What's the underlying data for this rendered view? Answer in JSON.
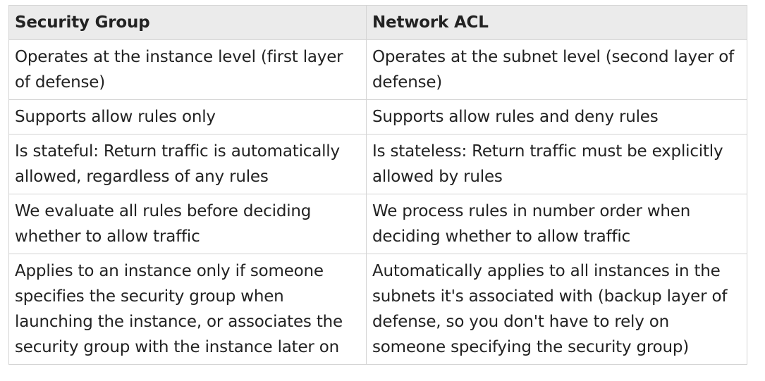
{
  "table": {
    "headers": [
      "Security Group",
      "Network ACL"
    ],
    "rows": [
      [
        "Operates at the instance level (first layer of defense)",
        "Operates at the subnet level (second layer of defense)"
      ],
      [
        "Supports allow rules only",
        "Supports allow rules and deny rules"
      ],
      [
        "Is stateful: Return traffic is automatically allowed, regardless of any rules",
        "Is stateless: Return traffic must be explicitly allowed by rules"
      ],
      [
        "We evaluate all rules before deciding whether to allow traffic",
        "We process rules in number order when deciding whether to allow traffic"
      ],
      [
        "Applies to an instance only if someone specifies the security group when launching the instance, or associates the security group with the instance later on",
        "Automatically applies to all instances in the subnets it's associated with (backup layer of defense, so you don't have to rely on someone specifying the security group)"
      ]
    ]
  },
  "colors": {
    "header_background": "#ebebeb",
    "border": "#d4d4d4",
    "text": "#222222"
  }
}
